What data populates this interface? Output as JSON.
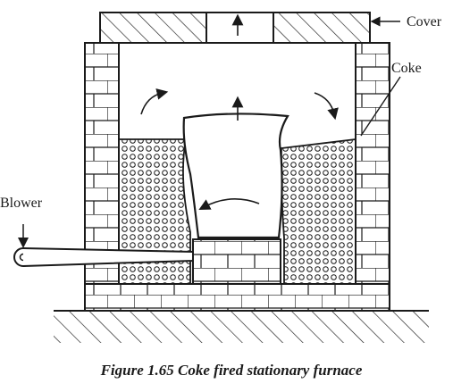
{
  "labels": {
    "cover": "Cover",
    "coke": "Coke",
    "blower": "Blower"
  },
  "caption": "Figure 1.65 Coke fired stationary furnace",
  "colors": {
    "ink": "#1a1a1a",
    "paper": "#ffffff"
  }
}
